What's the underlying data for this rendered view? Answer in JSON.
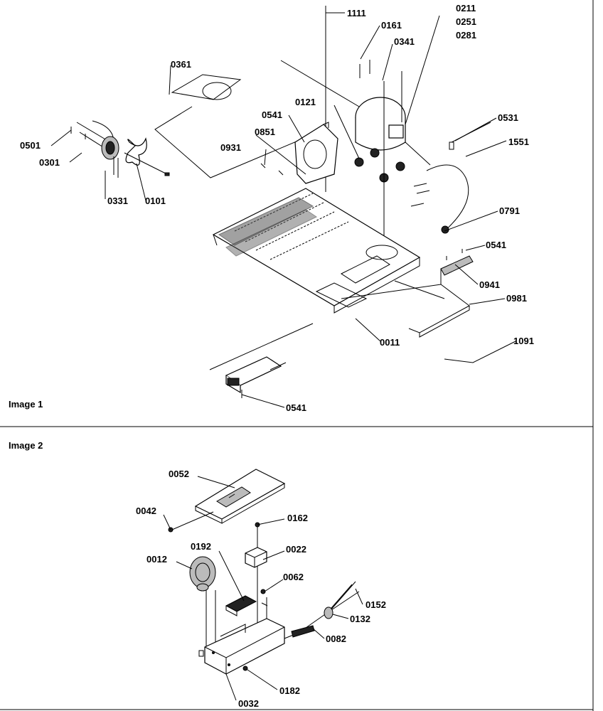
{
  "panels": [
    {
      "caption": "Image 1",
      "callouts": [
        "1111",
        "0161",
        "0211",
        "0251",
        "0281",
        "0341",
        "0361",
        "0121",
        "0541",
        "0531",
        "0851",
        "1551",
        "0501",
        "0931",
        "0301",
        "0331",
        "0101",
        "0791",
        "0541",
        "0941",
        "0981",
        "0011",
        "1091",
        "0541"
      ]
    },
    {
      "caption": "Image 2",
      "callouts": [
        "0052",
        "0042",
        "0162",
        "0022",
        "0012",
        "0192",
        "0062",
        "0152",
        "0132",
        "0082",
        "0182",
        "0032"
      ]
    }
  ],
  "colors": {
    "line": "#000000",
    "background": "#ffffff"
  }
}
